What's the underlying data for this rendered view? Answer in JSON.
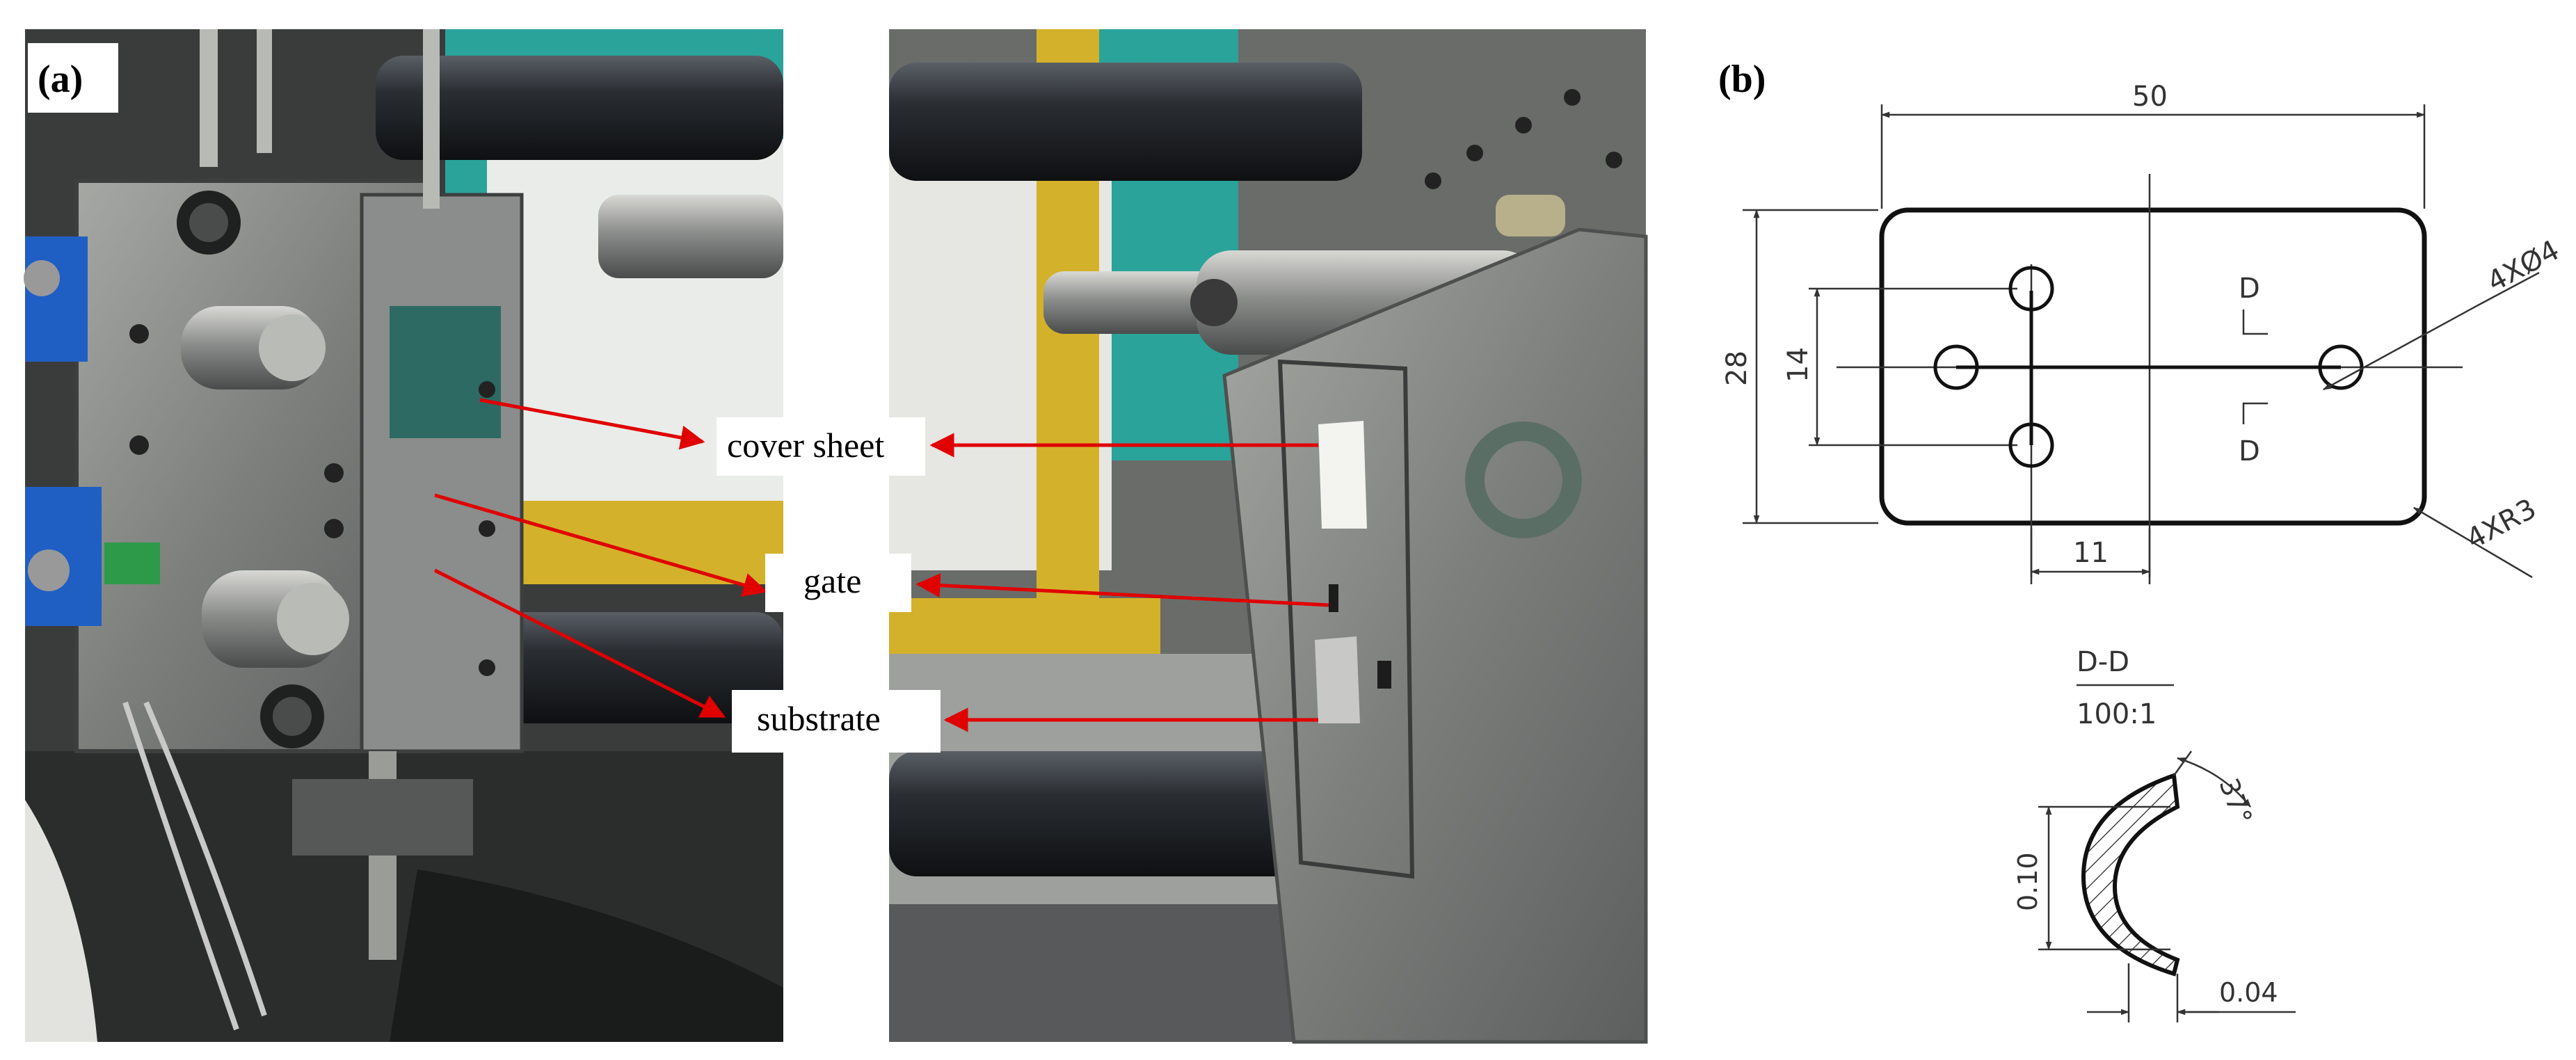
{
  "panels": {
    "a": {
      "label": "(a)"
    },
    "b": {
      "label": "(b)"
    }
  },
  "callouts": {
    "cover_sheet": "cover sheet",
    "gate": "gate",
    "substrate": "substrate"
  },
  "drawing": {
    "width": "50",
    "height": "28",
    "hole_spacing": "14",
    "offset": "11",
    "holes": "4XØ4",
    "radius": "4XR3",
    "section_mark": "D",
    "section_title": "D-D",
    "section_scale": "100:1",
    "angle": "37°",
    "depth": "0.10",
    "land": "0.04"
  },
  "colors": {
    "arrow": "#e00000",
    "mold_cyan": "#2aa39a",
    "frame_yellow": "#d4b12a"
  }
}
